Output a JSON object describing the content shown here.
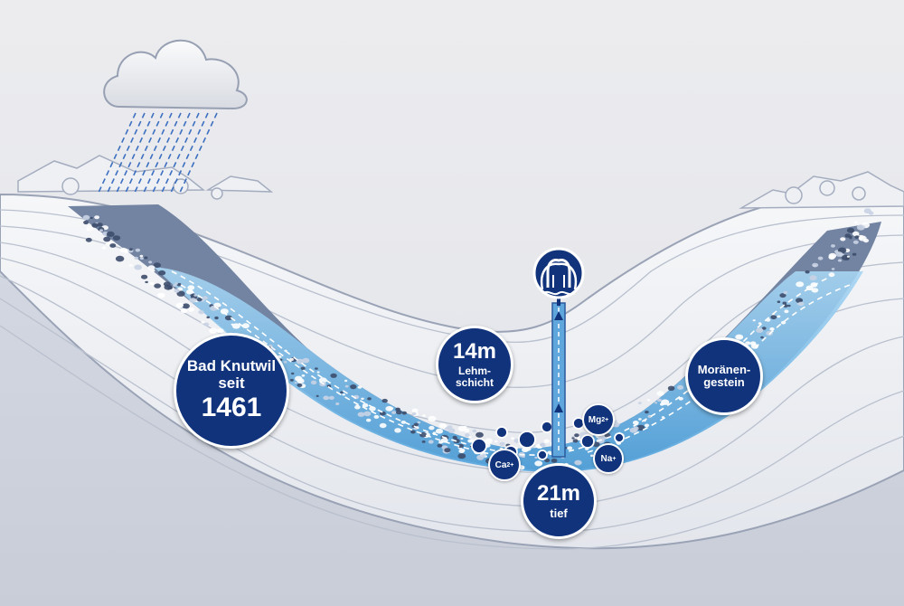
{
  "badges": {
    "bad_knutwil": {
      "line1": "Bad Knutwil",
      "line2": "seit",
      "line3": "1461"
    },
    "lehmschicht": {
      "value": "14m",
      "line1": "Lehm-",
      "line2": "schicht"
    },
    "moraenen": {
      "line1": "Moränen-",
      "line2": "gestein"
    },
    "tief": {
      "value": "21m",
      "label": "tief"
    }
  },
  "ions": {
    "mg": {
      "symbol": "Mg",
      "charge": "2+"
    },
    "ca": {
      "symbol": "Ca",
      "charge": "2+"
    },
    "na": {
      "symbol": "Na",
      "charge": "+"
    }
  },
  "icons": {
    "spring": "fountain-icon",
    "cloud": "rain-cloud-icon"
  },
  "colors": {
    "badge": "#11337c",
    "water": "#6fb3e6",
    "gravel": "#6d7c98",
    "sky": "#e9eaee"
  }
}
